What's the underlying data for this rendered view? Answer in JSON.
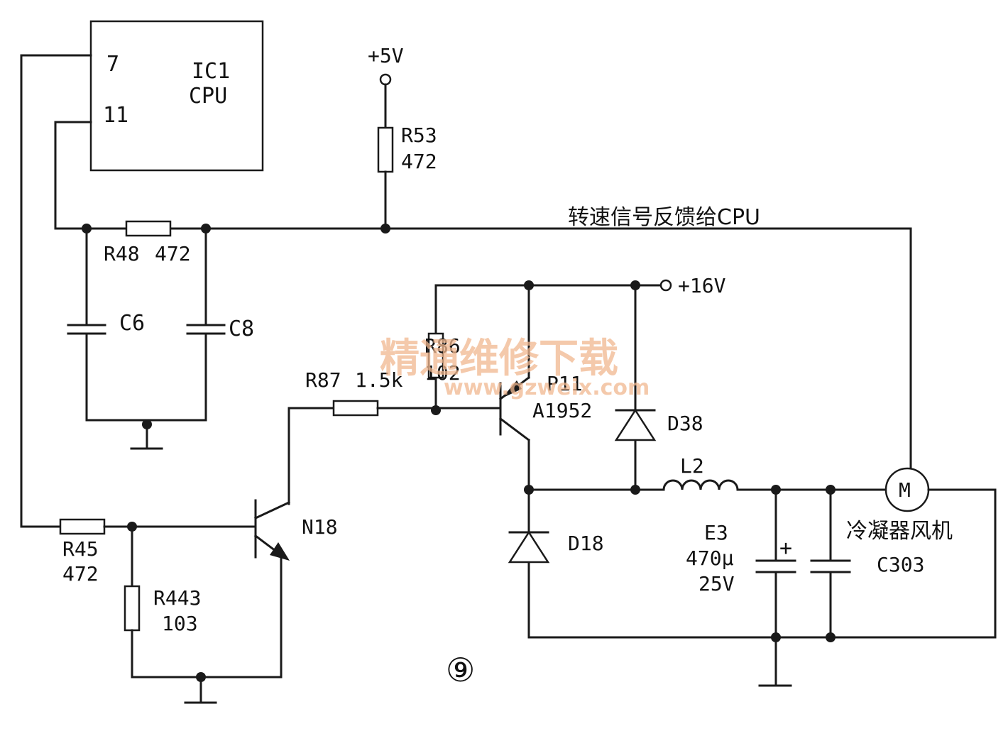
{
  "ic": {
    "pin7": "7",
    "pin11": "11",
    "name": "IC1",
    "type": "CPU"
  },
  "supply5v": "+5V",
  "supply16v": "+16V",
  "feedback_label": "转速信号反馈给CPU",
  "components": {
    "r53": {
      "ref": "R53",
      "value": "472"
    },
    "r48": {
      "ref": "R48",
      "value": "472"
    },
    "c6": {
      "ref": "C6"
    },
    "c8": {
      "ref": "C8"
    },
    "r86": {
      "ref": "R86",
      "value": "102"
    },
    "r87": {
      "ref": "R87",
      "value": "1.5k"
    },
    "p11": {
      "ref": "P11",
      "value": "A1952"
    },
    "d38": {
      "ref": "D38"
    },
    "l2": {
      "ref": "L2"
    },
    "n18": {
      "ref": "N18"
    },
    "r45": {
      "ref": "R45",
      "value": "472"
    },
    "r443": {
      "ref": "R443",
      "value": "103"
    },
    "d18": {
      "ref": "D18"
    },
    "e3": {
      "ref": "E3",
      "value": "470μ",
      "voltage": "25V"
    },
    "c303": {
      "ref": "C303"
    },
    "motor": {
      "symbol": "M",
      "name": "冷凝器风机"
    }
  },
  "figure_number": "⑨",
  "watermark": {
    "title": "精通维修下载",
    "url": "www.gzweix.com"
  }
}
